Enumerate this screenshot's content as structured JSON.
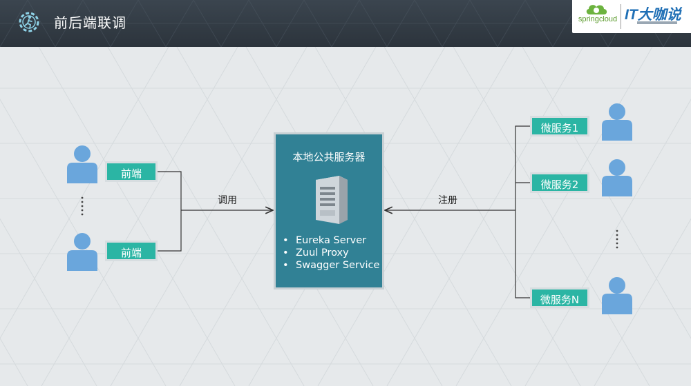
{
  "header": {
    "title": "前后端联调",
    "logo_springcloud": "springcloud",
    "logo_it": "IT大咖说"
  },
  "diagram": {
    "frontends": [
      "前端",
      "前端"
    ],
    "call_label": "调用",
    "server": {
      "title": "本地公共服务器",
      "items": [
        "Eureka Server",
        "Zuul Proxy",
        "Swagger Service"
      ]
    },
    "register_label": "注册",
    "services": [
      "微服务1",
      "微服务2",
      "微服务N"
    ]
  }
}
